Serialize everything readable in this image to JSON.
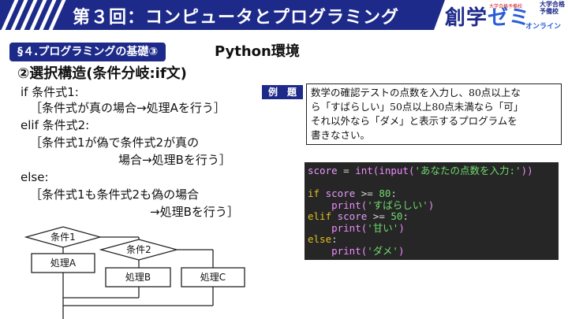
{
  "header": {
    "title": "第３回：コンピュータとプログラミング",
    "logo": {
      "main_a": "創学",
      "main_b": "ゼミ",
      "tagline": "大学合格予備校",
      "side": "大学合格予備校",
      "online": "オンライン"
    }
  },
  "section": {
    "badge": "§４.プログラミングの基礎③",
    "title": "Python環境",
    "subtitle": "②選択構造(条件分岐:if文)"
  },
  "syntax": {
    "line1": "if 条件式1:",
    "line2": "［条件式が真の場合→処理Aを行う］",
    "line3": "elif 条件式2:",
    "line4": "［条件式1が偽で条件式2が真の",
    "line5": "場合→処理Bを行う］",
    "line6": "else:",
    "line7": "［条件式1も条件式2も偽の場合",
    "line8": "→処理Bを行う］"
  },
  "example": {
    "badge": "例　題",
    "lines": [
      "数学の確認テストの点数を入力し、80点以上な",
      "ら「すばらしい」50点以上80点未満なら「可」",
      "それ以外なら「ダメ」と表示するプログラムを",
      "書きなさい。"
    ]
  },
  "code": {
    "l1_var": "score",
    "l1_op": " = ",
    "l1_fn": "int(input(",
    "l1_str": "'あなたの点数を入力:'",
    "l1_end": "))",
    "l2_kw": "if",
    "l2_var": " score",
    "l2_op": " >= ",
    "l2_num": "80",
    "l2_end": ":",
    "l3_fn": "    print(",
    "l3_str": "'すばらしい'",
    "l3_end": ")",
    "l4_kw": "elif",
    "l4_var": " score",
    "l4_op": " >= ",
    "l4_num": "50",
    "l4_end": ":",
    "l5_fn": "    print(",
    "l5_str": "'甘い'",
    "l5_end": ")",
    "l6_kw": "else",
    "l6_end": ":",
    "l7_fn": "    print(",
    "l7_str": "'ダメ'",
    "l7_end": ")"
  },
  "flow": {
    "cond1": "条件1",
    "cond2": "条件2",
    "procA": "処理A",
    "procB": "処理B",
    "procC": "処理C"
  },
  "colors": {
    "brand": "#1d2a8a",
    "accent": "#2a5cd8"
  }
}
